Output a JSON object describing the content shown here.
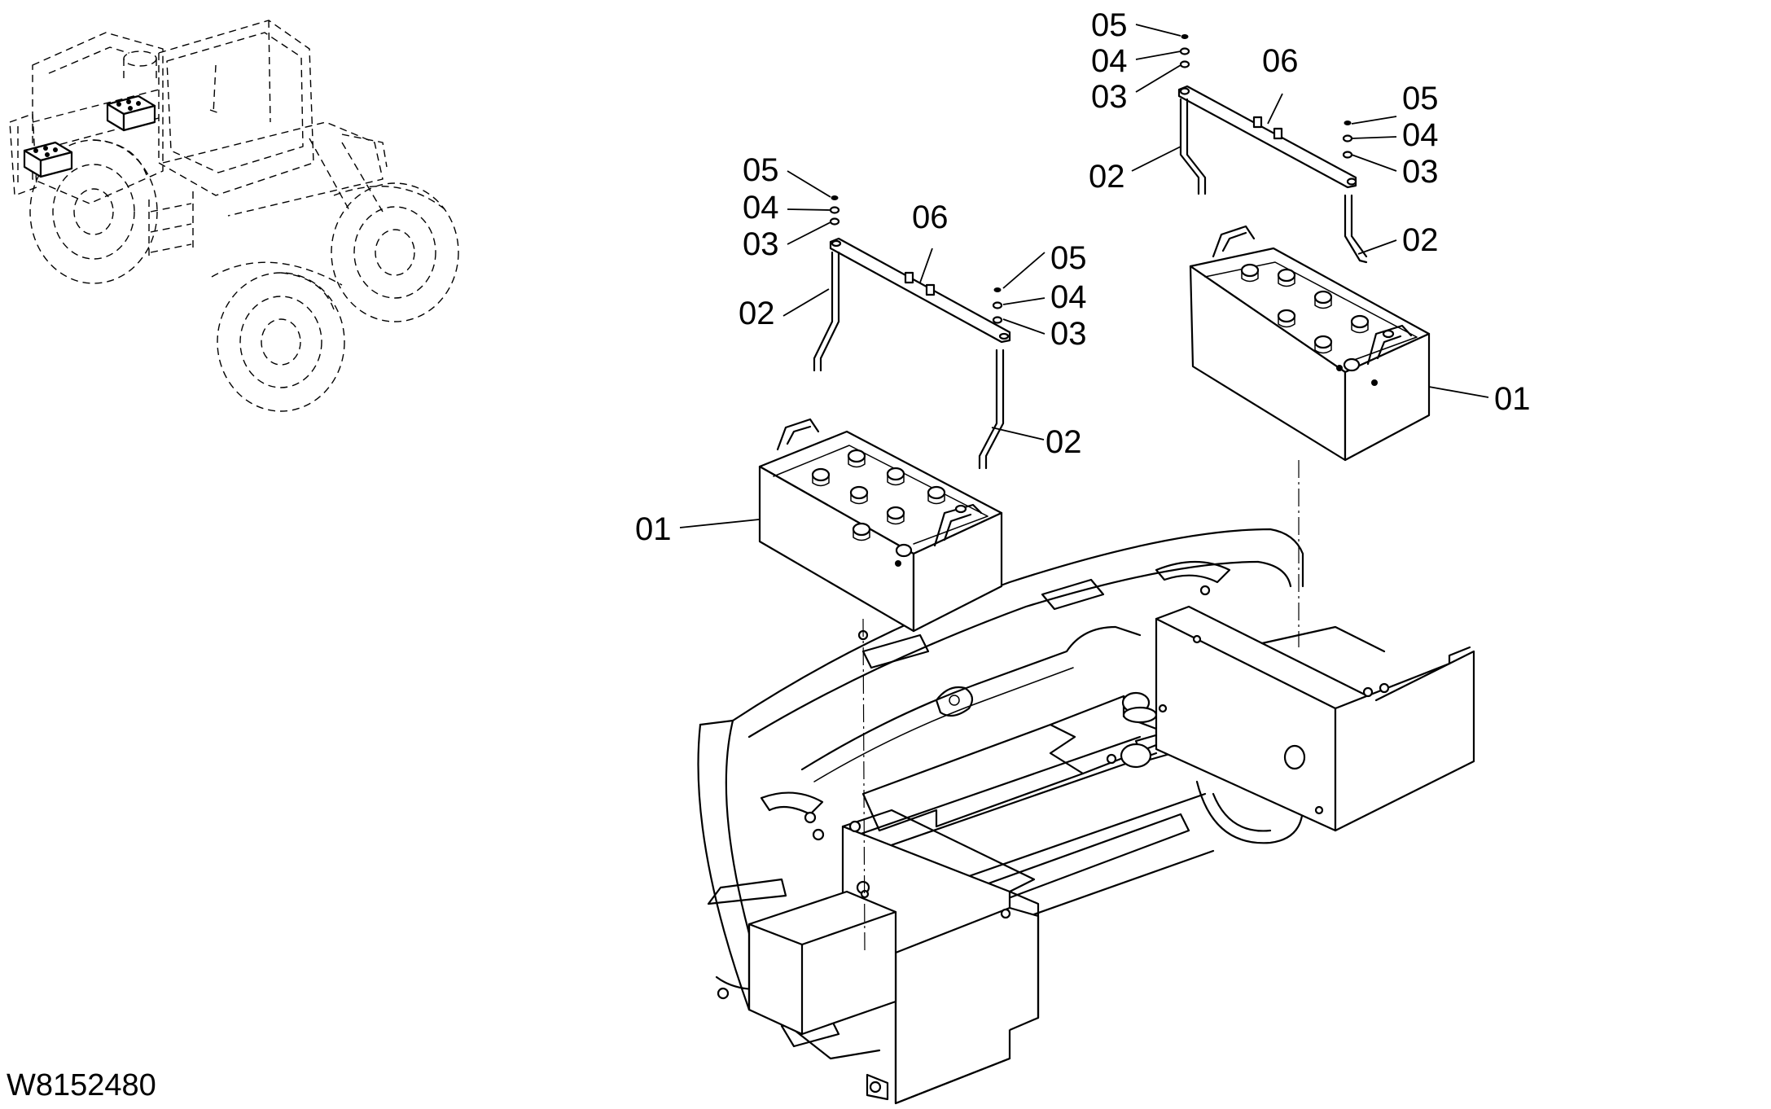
{
  "drawing_number": "W8152480",
  "callouts": {
    "left_battery": "01",
    "left_bolt_left": "02",
    "left_bolt_right": "02",
    "left_washer_left": "03",
    "left_washer_right": "03",
    "left_lockwasher_left": "04",
    "left_lockwasher_right": "04",
    "left_nut_left": "05",
    "left_nut_right": "05",
    "left_bar": "06",
    "right_battery": "01",
    "right_bolt_left": "02",
    "right_bolt_right": "02",
    "right_washer_left": "03",
    "right_washer_right": "03",
    "right_lockwasher_left": "04",
    "right_lockwasher_right": "04",
    "right_nut_left": "05",
    "right_nut_right": "05",
    "right_bar": "06"
  }
}
